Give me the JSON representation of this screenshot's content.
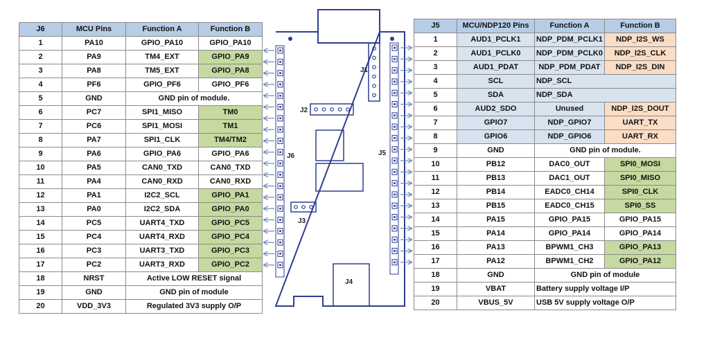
{
  "j6": {
    "headers": [
      "J6",
      "MCU Pins",
      "Function A",
      "Function B"
    ],
    "rows": [
      {
        "n": "1",
        "pin": "PA10",
        "a": "GPIO_PA10",
        "b": "GPIO_PA10",
        "bcolor": ""
      },
      {
        "n": "2",
        "pin": "PA9",
        "a": "TM4_EXT",
        "b": "GPIO_PA9",
        "bcolor": "g"
      },
      {
        "n": "3",
        "pin": "PA8",
        "a": "TM5_EXT",
        "b": "GPIO_PA8",
        "bcolor": "g"
      },
      {
        "n": "4",
        "pin": "PF6",
        "a": "GPIO_PF6",
        "b": "GPIO_PF6",
        "bcolor": ""
      },
      {
        "n": "5",
        "pin": "GND",
        "span": "GND pin of module."
      },
      {
        "n": "6",
        "pin": "PC7",
        "a": "SPI1_MISO",
        "b": "TM0",
        "bcolor": "g"
      },
      {
        "n": "7",
        "pin": "PC6",
        "a": "SPI1_MOSI",
        "b": "TM1",
        "bcolor": "g"
      },
      {
        "n": "8",
        "pin": "PA7",
        "a": "SPI1_CLK",
        "b": "TM4/TM2",
        "bcolor": "g"
      },
      {
        "n": "9",
        "pin": "PA6",
        "a": "GPIO_PA6",
        "b": "GPIO_PA6",
        "bcolor": ""
      },
      {
        "n": "10",
        "pin": "PA5",
        "a": "CAN0_TXD",
        "b": "CAN0_TXD",
        "bcolor": ""
      },
      {
        "n": "11",
        "pin": "PA4",
        "a": "CAN0_RXD",
        "b": "CAN0_RXD",
        "bcolor": ""
      },
      {
        "n": "12",
        "pin": "PA1",
        "a": "I2C2_SCL",
        "b": "GPIO_PA1",
        "bcolor": "g"
      },
      {
        "n": "13",
        "pin": "PA0",
        "a": "I2C2_SDA",
        "b": "GPIO_PA0",
        "bcolor": "g"
      },
      {
        "n": "14",
        "pin": "PC5",
        "a": "UART4_TXD",
        "b": "GPIO_PC5",
        "bcolor": "g"
      },
      {
        "n": "15",
        "pin": "PC4",
        "a": "UART4_RXD",
        "b": "GPIO_PC4",
        "bcolor": "g"
      },
      {
        "n": "16",
        "pin": "PC3",
        "a": "UART3_TXD",
        "b": "GPIO_PC3",
        "bcolor": "g"
      },
      {
        "n": "17",
        "pin": "PC2",
        "a": "UART3_RXD",
        "b": "GPIO_PC2",
        "bcolor": "g"
      },
      {
        "n": "18",
        "pin": "NRST",
        "span": "Active LOW RESET signal"
      },
      {
        "n": "19",
        "pin": "GND",
        "span": "GND pin of module"
      },
      {
        "n": "20",
        "pin": "VDD_3V3",
        "span": "Regulated 3V3 supply O/P"
      }
    ]
  },
  "j5": {
    "headers": [
      "J5",
      "MCU/NDP120 Pins",
      "Function A",
      "Function B"
    ],
    "rows": [
      {
        "n": "1",
        "pin": "AUD1_PCLK1",
        "a": "NDP_PDM_PCLK1",
        "b": "NDP_I2S_WS",
        "pcolor": "b",
        "acolor": "b",
        "bcolor": "o"
      },
      {
        "n": "2",
        "pin": "AUD1_PCLK0",
        "a": "NDP_PDM_PCLK0",
        "b": "NDP_I2S_CLK",
        "pcolor": "b",
        "acolor": "b",
        "bcolor": "o"
      },
      {
        "n": "3",
        "pin": "AUD1_PDAT",
        "a": "NDP_PDM_PDAT",
        "b": "NDP_I2S_DIN",
        "pcolor": "b",
        "acolor": "b",
        "bcolor": "o"
      },
      {
        "n": "4",
        "pin": "SCL",
        "spanLeft": "NDP_SCL",
        "pcolor": "b",
        "scolor": "b"
      },
      {
        "n": "5",
        "pin": "SDA",
        "spanLeft": "NDP_SDA",
        "pcolor": "b",
        "scolor": "b"
      },
      {
        "n": "6",
        "pin": "AUD2_SDO",
        "a": "Unused",
        "b": "NDP_I2S_DOUT",
        "pcolor": "b",
        "acolor": "b",
        "bcolor": "o"
      },
      {
        "n": "7",
        "pin": "GPIO7",
        "a": "NDP_GPIO7",
        "b": "UART_TX",
        "pcolor": "b",
        "acolor": "b",
        "bcolor": "o"
      },
      {
        "n": "8",
        "pin": "GPIO6",
        "a": "NDP_GPIO6",
        "b": "UART_RX",
        "pcolor": "b",
        "acolor": "b",
        "bcolor": "o"
      },
      {
        "n": "9",
        "pin": "GND",
        "span": "GND pin of module."
      },
      {
        "n": "10",
        "pin": "PB12",
        "a": "DAC0_OUT",
        "b": "SPI0_MOSI",
        "bcolor": "g"
      },
      {
        "n": "11",
        "pin": "PB13",
        "a": "DAC1_OUT",
        "b": "SPI0_MISO",
        "bcolor": "g"
      },
      {
        "n": "12",
        "pin": "PB14",
        "a": "EADC0_CH14",
        "b": "SPI0_CLK",
        "bcolor": "g"
      },
      {
        "n": "13",
        "pin": "PB15",
        "a": "EADC0_CH15",
        "b": "SPI0_SS",
        "bcolor": "g"
      },
      {
        "n": "14",
        "pin": "PA15",
        "a": "GPIO_PA15",
        "b": "GPIO_PA15",
        "bcolor": ""
      },
      {
        "n": "15",
        "pin": "PA14",
        "a": "GPIO_PA14",
        "b": "GPIO_PA14",
        "bcolor": ""
      },
      {
        "n": "16",
        "pin": "PA13",
        "a": "BPWM1_CH3",
        "b": "GPIO_PA13",
        "bcolor": "g"
      },
      {
        "n": "17",
        "pin": "PA12",
        "a": "BPWM1_CH2",
        "b": "GPIO_PA12",
        "bcolor": "g"
      },
      {
        "n": "18",
        "pin": "GND",
        "span": "GND pin of module"
      },
      {
        "n": "19",
        "pin": "VBAT",
        "spanLeft": "Battery supply voltage I/P"
      },
      {
        "n": "20",
        "pin": "VBUS_5V",
        "spanLeft": "USB 5V supply voltage O/P"
      }
    ]
  },
  "board": {
    "labels": {
      "j1": "J1",
      "j2": "J2",
      "j3": "J3",
      "j4": "J4",
      "j5": "J5",
      "j6": "J6"
    }
  },
  "colors": {
    "header": "#b7cce6",
    "green": "#c6d9a0",
    "orange": "#fbdcc5",
    "blue": "#d8e3f0",
    "line": "#2e3d8f",
    "arrow": "#6d87b8"
  }
}
